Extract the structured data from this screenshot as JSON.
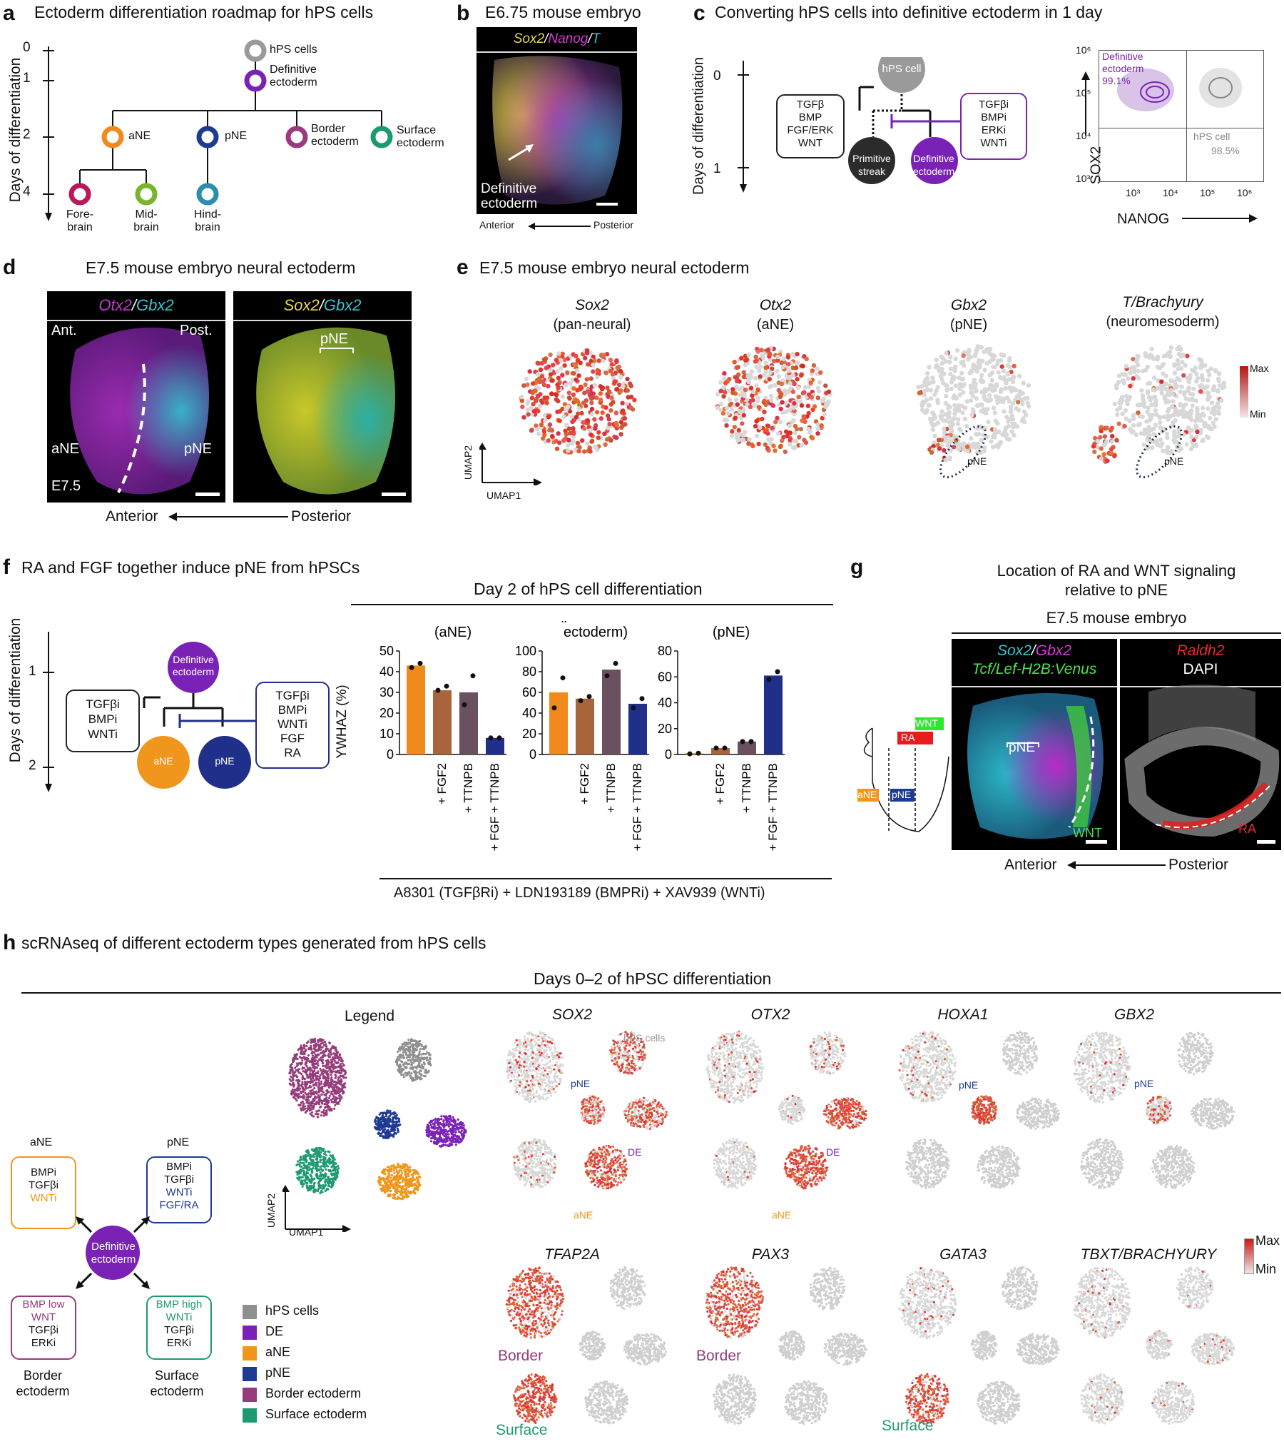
{
  "panel_a": {
    "letter": "a",
    "title": "Ectoderm differentiation roadmap for hPS cells",
    "axis_label": "Days of differentiation",
    "ticks": [
      "0",
      "1",
      "2",
      "4"
    ],
    "nodes": [
      {
        "label": "hPS cells",
        "color": "#9a9a9a"
      },
      {
        "label": "Definitive\nectoderm",
        "color": "#7a22b5"
      },
      {
        "label": "aNE",
        "color": "#f08a1c"
      },
      {
        "label": "pNE",
        "color": "#1f3a93"
      },
      {
        "label": "Border\nectoderm",
        "color": "#9b3a7c"
      },
      {
        "label": "Surface\nectoderm",
        "color": "#1d9a6c"
      },
      {
        "label": "Fore-\nbrain",
        "color": "#b8185c"
      },
      {
        "label": "Mid-\nbrain",
        "color": "#7ab42c"
      },
      {
        "label": "Hind-\nbrain",
        "color": "#2a8fa8"
      }
    ]
  },
  "panel_b": {
    "letter": "b",
    "title": "E6.75 mouse embryo",
    "stain": [
      "Sox2",
      "/",
      "Nanog",
      "/",
      "T"
    ],
    "annotation": "Definitive\nectoderm",
    "axis_left": "Anterior",
    "axis_right": "Posterior"
  },
  "panel_c": {
    "letter": "c",
    "title": "Converting hPS cells into definitive ectoderm in 1 day",
    "axis_label": "Days of differentiation",
    "ticks": [
      "0",
      "1"
    ],
    "node_hps": "hPS cell",
    "node_ps": "Primitive\nstreak",
    "node_de": "Definitive\nectoderm",
    "box_left": "TGFβ\nBMP\nFGF/ERK\nWNT",
    "box_right": "TGFβi\nBMPi\nERKi\nWNTi",
    "flow": {
      "de_label": "Definitive\nectoderm",
      "de_pct": "99.1%",
      "hps_label": "hPS cell",
      "hps_pct": "98.5%",
      "y_axis": "SOX2",
      "x_axis": "NANOG",
      "y_ticks": [
        "10⁶",
        "10⁵",
        "10⁴",
        "10³"
      ],
      "x_ticks": [
        "10³",
        "10⁴",
        "10⁵",
        "10⁶"
      ]
    }
  },
  "panel_d": {
    "letter": "d",
    "title": "E7.5 mouse embryo neural ectoderm",
    "img1_stain": [
      "Otx2",
      "/",
      "Gbx2"
    ],
    "img2_stain": [
      "Sox2",
      "/",
      "Gbx2"
    ],
    "ant": "Ant.",
    "post": "Post.",
    "ane": "aNE",
    "pne": "pNE",
    "stage": "E7.5",
    "pne_bracket": "pNE",
    "axis_left": "Anterior",
    "axis_right": "Posterior"
  },
  "panel_e": {
    "letter": "e",
    "title": "E7.5 mouse embryo neural ectoderm",
    "genes": [
      {
        "name": "Sox2",
        "sub": "(pan-neural)"
      },
      {
        "name": "Otx2",
        "sub": "(aNE)"
      },
      {
        "name": "Gbx2",
        "sub": "(pNE)"
      },
      {
        "name": "T/Brachyury",
        "sub": "(neuromesoderm)"
      }
    ],
    "pne_label": "pNE",
    "umap1": "UMAP1",
    "umap2": "UMAP2",
    "scale_max": "Max",
    "scale_min": "Min"
  },
  "panel_f": {
    "letter": "f",
    "title": "RA and FGF together induce pNE from hPSCs",
    "header": "Day 2 of hPS cell differentiation",
    "axis_label": "Days of differentiation",
    "ticks": [
      "1",
      "2"
    ],
    "node_de": "Definitive\nectoderm",
    "node_ane": "aNE",
    "node_pne": "pNE",
    "box_left": "TGFβi\nBMPi\nWNTi",
    "box_right": "TGFβi\nBMPi\nWNTi\nFGF\nRA",
    "ylabel": "YWHAZ (%)",
    "footer": "A8301 (TGFβRi) + LDN193189 (BMPRi) + XAV939 (WNTi)",
    "bar_colors": [
      "#f08a1c",
      "#a8643a",
      "#6b5060",
      "#1f2f8a"
    ]
  },
  "chart_data": [
    {
      "type": "bar",
      "title": "OTX2",
      "subtitle": "(aNE)",
      "categories": [
        "",
        "+ FGF2",
        "+ TTNPB",
        "+ FGF + TTNPB"
      ],
      "values": [
        43,
        31,
        30,
        8
      ],
      "points": [
        [
          42,
          44
        ],
        [
          31,
          33
        ],
        [
          24,
          38
        ],
        [
          8,
          8
        ]
      ],
      "ylim": [
        0,
        50
      ],
      "yticks": [
        "0",
        "10",
        "20",
        "30",
        "40",
        "50"
      ],
      "ylabel": "YWHAZ (%)"
    },
    {
      "type": "bar",
      "title": "SOX2",
      "subtitle": "(pan-neural\nectoderm)",
      "categories": [
        "",
        "+ FGF2",
        "+ TTNPB",
        "+ FGF + TTNPB"
      ],
      "values": [
        60,
        54,
        82,
        49
      ],
      "points": [
        [
          45,
          74
        ],
        [
          52,
          56
        ],
        [
          76,
          88
        ],
        [
          45,
          54
        ]
      ],
      "ylim": [
        0,
        100
      ],
      "yticks": [
        "0",
        "20",
        "40",
        "60",
        "80",
        "100"
      ]
    },
    {
      "type": "bar",
      "title": "GBX2",
      "subtitle": "(pNE)",
      "categories": [
        "",
        "+ FGF2",
        "+ TTNPB",
        "+ FGF + TTNPB"
      ],
      "values": [
        1,
        5,
        10,
        61
      ],
      "points": [
        [
          0.5,
          1
        ],
        [
          5,
          5
        ],
        [
          10,
          10
        ],
        [
          58,
          64
        ]
      ],
      "ylim": [
        0,
        80
      ],
      "yticks": [
        "0",
        "20",
        "40",
        "60",
        "80"
      ]
    }
  ],
  "panel_g": {
    "letter": "g",
    "title": "Location of RA and WNT signaling\nrelative to pNE",
    "subtitle": "E7.5 mouse embryo",
    "img1_stain": [
      "Sox2",
      "/",
      "Gbx2"
    ],
    "img1_stain2": "Tcf/Lef-H2B:Venus",
    "img2_stain": "Raldh2",
    "img2_stain2": "DAPI",
    "wnt": "WNT",
    "ra": "RA",
    "ane": "aNE",
    "pne": "pNE",
    "axis_left": "Anterior",
    "axis_right": "Posterior"
  },
  "panel_h": {
    "letter": "h",
    "title": "scRNAseq of different ectoderm types generated from hPS cells",
    "header": "Days 0–2 of hPSC differentiation",
    "legend_title": "Legend",
    "umap1": "UMAP1",
    "umap2": "UMAP2",
    "genes_row1": [
      "SOX2",
      "OTX2",
      "HOXA1",
      "GBX2"
    ],
    "genes_row2": [
      "TFAP2A",
      "PAX3",
      "GATA3",
      "TBXT/BRACHYURY"
    ],
    "hps_cells_lbl": "hPS cells",
    "pne_lbl": "pNE",
    "de_lbl": "DE",
    "ane_lbl": "aNE",
    "border_lbl": "Border",
    "surface_lbl": "Surface",
    "scale_max": "Max",
    "scale_min": "Min",
    "diagram": {
      "ane_title": "aNE",
      "pne_title": "pNE",
      "de_node": "Definitive\nectoderm",
      "ane_box": [
        "BMPi",
        "TGFβi",
        "WNTi"
      ],
      "pne_box": [
        "BMPi",
        "TGFβi",
        "WNTi",
        "FGF/RA"
      ],
      "border_box": [
        "BMP low",
        "WNT",
        "TGFβi",
        "ERKi"
      ],
      "surface_box": [
        "BMP high",
        "WNTi",
        "TGFβi",
        "ERKi"
      ],
      "border_title": "Border\nectoderm",
      "surface_title": "Surface\nectoderm"
    },
    "legend": [
      {
        "label": "hPS cells",
        "color": "#8f8f8f"
      },
      {
        "label": "DE",
        "color": "#7a22b5"
      },
      {
        "label": "aNE",
        "color": "#f0961c"
      },
      {
        "label": "pNE",
        "color": "#1f3a93"
      },
      {
        "label": "Border ectoderm",
        "color": "#953b7a"
      },
      {
        "label": "Surface ectoderm",
        "color": "#1e9a72"
      }
    ]
  }
}
